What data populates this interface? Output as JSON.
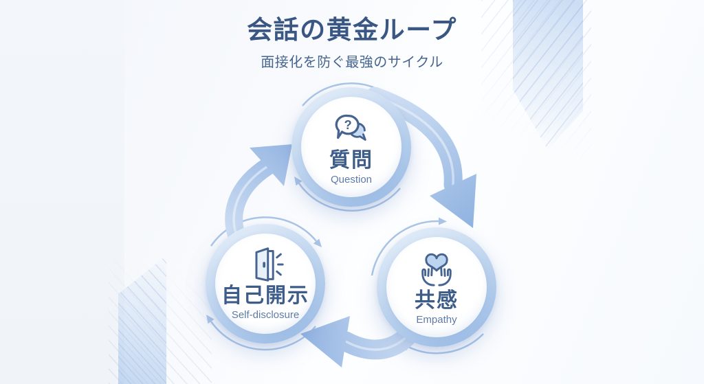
{
  "header": {
    "title": "会話の黄金ループ",
    "subtitle": "面接化を防ぐ最強のサイクル"
  },
  "cycle": {
    "direction": "clockwise",
    "nodes": [
      {
        "id": "question",
        "label_ja": "質問",
        "label_en": "Question",
        "icon": "question-speech-bubble-icon"
      },
      {
        "id": "empathy",
        "label_ja": "共感",
        "label_en": "Empathy",
        "icon": "hands-holding-heart-icon"
      },
      {
        "id": "self-disclosure",
        "label_ja": "自己開示",
        "label_en": "Self-disclosure",
        "icon": "open-door-icon"
      }
    ],
    "arrows": [
      {
        "from": "question",
        "to": "empathy"
      },
      {
        "from": "empathy",
        "to": "self-disclosure"
      },
      {
        "from": "self-disclosure",
        "to": "question"
      }
    ]
  },
  "icons": {
    "question_glyph": "?"
  },
  "colors": {
    "title_text": "#3a5784",
    "subtitle_text": "#47648f",
    "node_label": "#3d5c88",
    "node_sublabel": "#5d7ba6",
    "icon_stroke": "#46648f",
    "arrow_light": "#d3e2f5",
    "arrow_dark": "#8fb2e0",
    "ring_light": "#e6eff9",
    "ring_dark": "#9cbce5",
    "orbit_line": "#a6c2e5",
    "background": "#f6f8fc"
  }
}
